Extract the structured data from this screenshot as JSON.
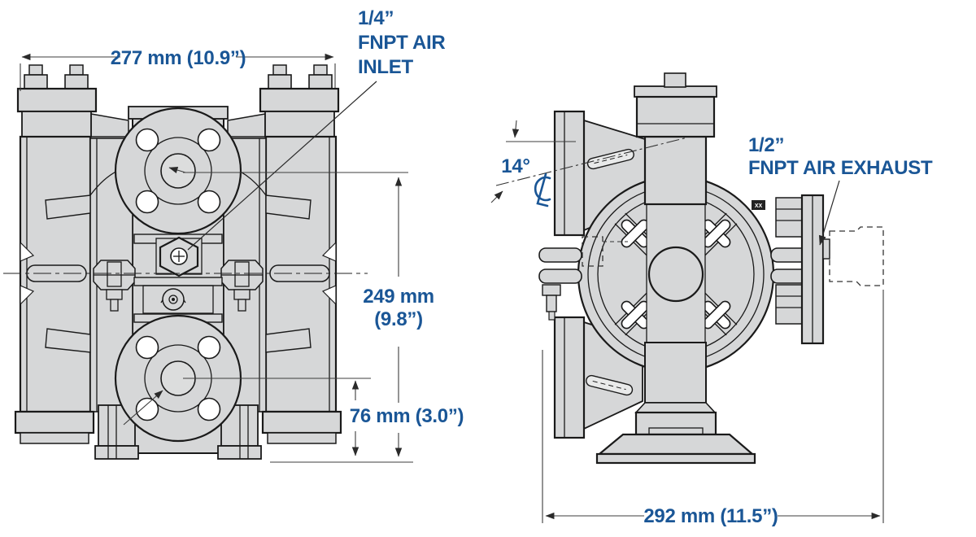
{
  "diagram_type": "pump-dimensional-drawing",
  "colors": {
    "label_blue": "#1a5696",
    "metal_gray": "#d6d7d8",
    "line_black": "#1a1a1a",
    "dimension_gray": "#3c3c3c",
    "background": "#ffffff"
  },
  "front_view": {
    "name": "front-view",
    "dim_width": "277 mm (10.9”)",
    "dim_height_mm": "249 mm",
    "dim_height_in": "(9.8”)",
    "dim_port_height": "76 mm (3.0”)",
    "inlet_label_l1": "1/4”",
    "inlet_label_l2": "FNPT AIR",
    "inlet_label_l3": "INLET"
  },
  "side_view": {
    "name": "side-view",
    "dim_width": "292 mm (11.5”)",
    "dim_angle": "14°",
    "exhaust_label_l1": "1/2”",
    "exhaust_label_l2": "FNPT AIR EXHAUST",
    "valve_label": "XX"
  }
}
